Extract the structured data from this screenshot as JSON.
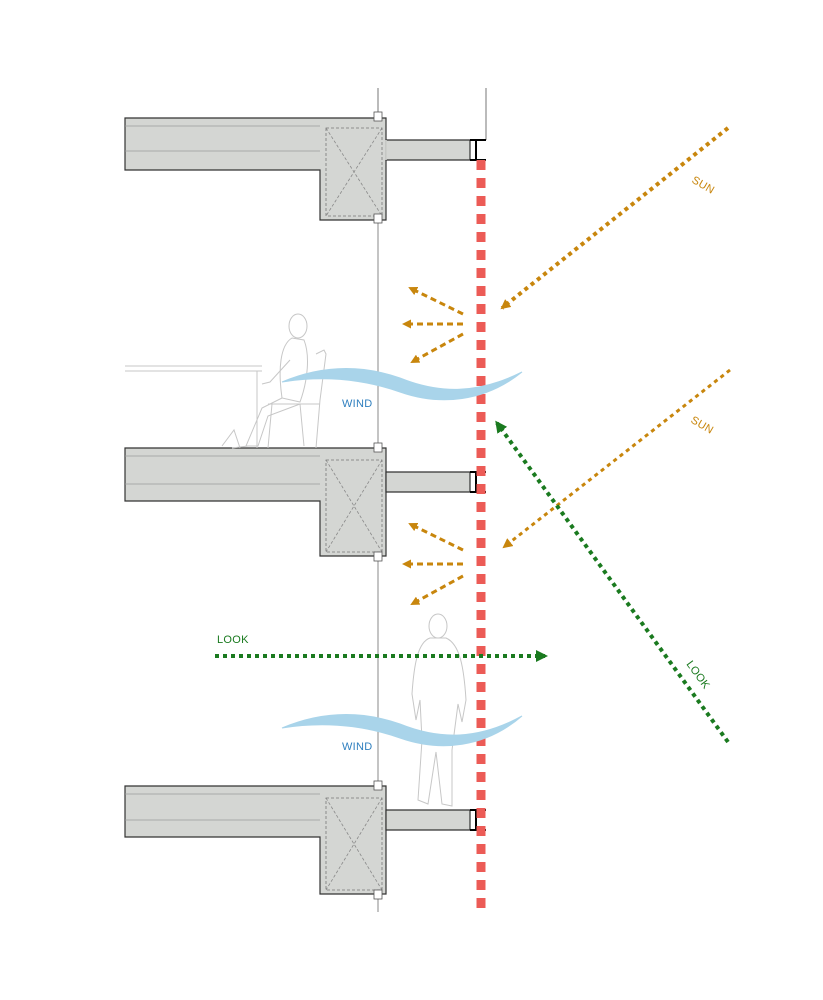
{
  "labels": {
    "sun_upper": "SUN",
    "sun_lower": "SUN",
    "wind_upper": "WIND",
    "wind_lower": "WIND",
    "look_horizontal": "LOOK",
    "look_diagonal": "LOOK"
  },
  "colors": {
    "sun": "#c8860d",
    "look": "#1a7a1f",
    "wind_label": "#2f7fbf",
    "wind_wave": "#a9d4ea",
    "screen": "#ec5b56",
    "slab_fill": "#d4d6d3",
    "slab_stroke": "#333333",
    "figure_stroke": "#c7c7c7"
  }
}
